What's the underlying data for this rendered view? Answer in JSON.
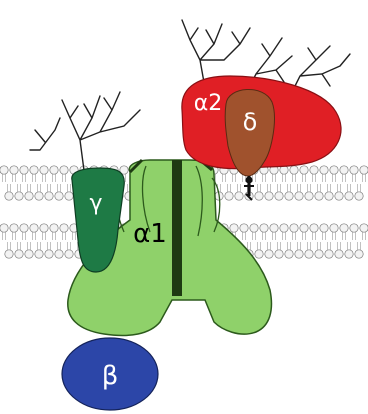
{
  "colors": {
    "alpha1": "#8fd16a",
    "alpha1_dark": "#2c5a1c",
    "alpha2": "#e01f25",
    "delta": "#a0522d",
    "gamma": "#1e7a45",
    "beta": "#2c46a8",
    "lipid_head": "#f3f3f3",
    "glycan": "#222222"
  },
  "labels": {
    "alpha1": "α1",
    "alpha2": "α2",
    "delta": "δ",
    "gamma": "γ",
    "beta": "β"
  }
}
